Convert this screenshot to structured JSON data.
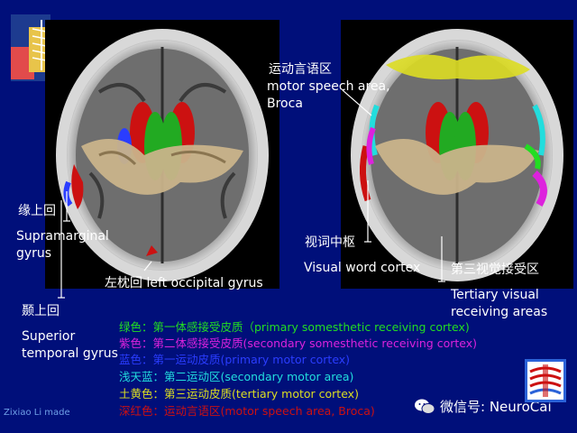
{
  "labels": {
    "broca_cn": "运动言语区",
    "broca_en1": "motor speech area,",
    "broca_en2": "Broca",
    "supramarginal_cn": "缘上回",
    "supramarginal_en1": "Supramarginal",
    "supramarginal_en2": "gyrus",
    "visual_word_cn": "视词中枢",
    "visual_word_en": "Visual word cortex",
    "occipital": "左枕回 left occipital gyrus",
    "tertiary_cn": "第三视觉接受区",
    "tertiary_en1": "Tertiary visual",
    "tertiary_en2": "receiving areas",
    "sup_temporal_cn": "颞上回",
    "sup_temporal_en1": "Superior",
    "sup_temporal_en2": "temporal gyrus"
  },
  "legend": [
    {
      "text": "绿色：第一体感接受皮质（primary  somesthetic receiving cortex)",
      "color": "#22dd22"
    },
    {
      "text": "紫色：第二体感接受皮质(secondary  somesthetic receiving cortex)",
      "color": "#dd22dd"
    },
    {
      "text": "蓝色：第一运动皮质(primary  motor cortex)",
      "color": "#2a3dff"
    },
    {
      "text": "浅天蓝：第二运动区(secondary motor area)",
      "color": "#22dddd"
    },
    {
      "text": "土黄色：第三运动皮质(tertiary motor cortex)",
      "color": "#dddd22"
    },
    {
      "text": "深红色：运动言语区(motor  speech area, Broca)",
      "color": "#cc1111"
    }
  ],
  "credit": "Zixiao Li made",
  "wechat": "微信号: NeuroCai",
  "colors": {
    "background": "#000f7a",
    "green": "#22dd22",
    "purple": "#dd22dd",
    "blue": "#2a3dff",
    "cyan": "#22dddd",
    "yellow": "#dddd22",
    "dark_red": "#cc1111"
  }
}
